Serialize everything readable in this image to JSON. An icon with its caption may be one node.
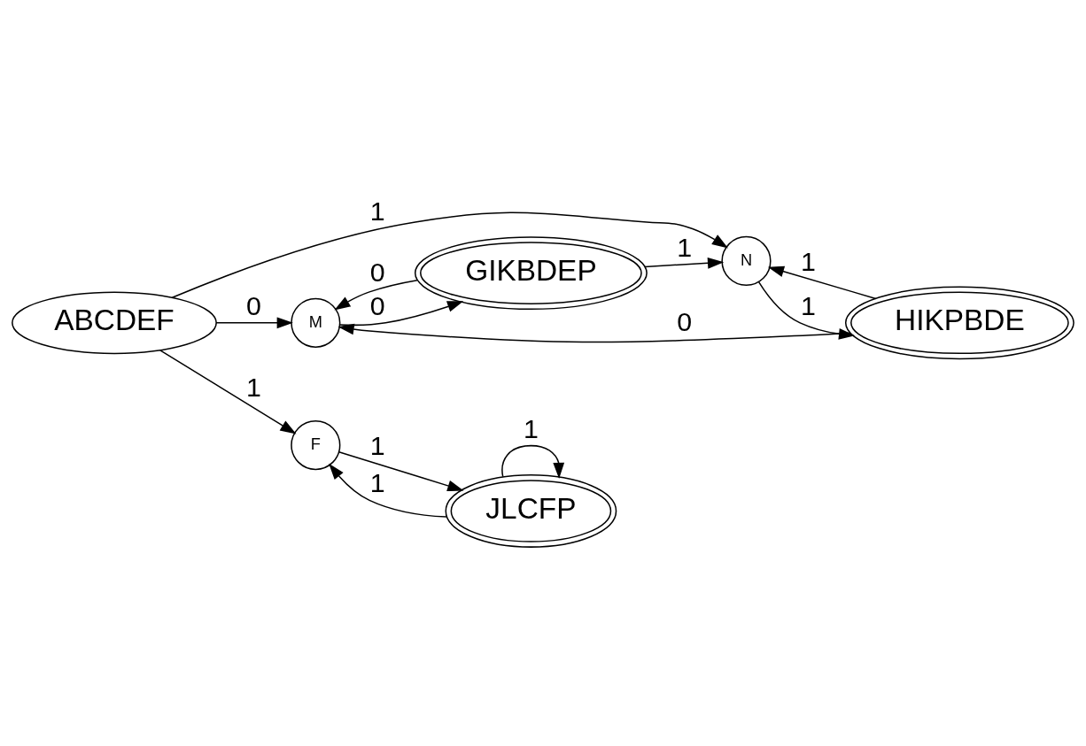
{
  "diagram": {
    "nodes": [
      {
        "text": [
          "ABCDEF"
        ]
      },
      {
        "text": [
          "M"
        ]
      },
      {
        "text": [
          "N"
        ]
      },
      {
        "text": [
          "F"
        ]
      },
      {
        "text": [
          "GIKBDEP"
        ]
      },
      {
        "text": [
          "HIKPBDE"
        ]
      },
      {
        "text": [
          "JLCFP"
        ]
      }
    ],
    "edges": [
      {
        "from": 0,
        "to": 1,
        "label": "0",
        "arrow": "to"
      },
      {
        "from": 0,
        "to": 2,
        "label": "1",
        "arrow": "to"
      },
      {
        "from": 0,
        "to": 3,
        "label": "1",
        "arrow": "to"
      },
      {
        "from": 1,
        "to": 4,
        "label": "0",
        "arrow": "to"
      },
      {
        "from": 4,
        "to": 1,
        "label": "0",
        "arrow": "to"
      },
      {
        "from": 4,
        "to": 2,
        "label": "1",
        "arrow": "to"
      },
      {
        "from": 5,
        "to": 1,
        "label": "0",
        "arrow": "to"
      },
      {
        "from": 2,
        "to": 5,
        "label": "1",
        "arrow": "to"
      },
      {
        "from": 5,
        "to": 2,
        "label": "1",
        "arrow": "to"
      },
      {
        "from": 3,
        "to": 6,
        "label": "1",
        "arrow": "to"
      },
      {
        "from": 6,
        "to": 3,
        "label": "1",
        "arrow": "to"
      },
      {
        "from": 6,
        "to": 6,
        "label": "1",
        "arrow": "to"
      }
    ]
  }
}
